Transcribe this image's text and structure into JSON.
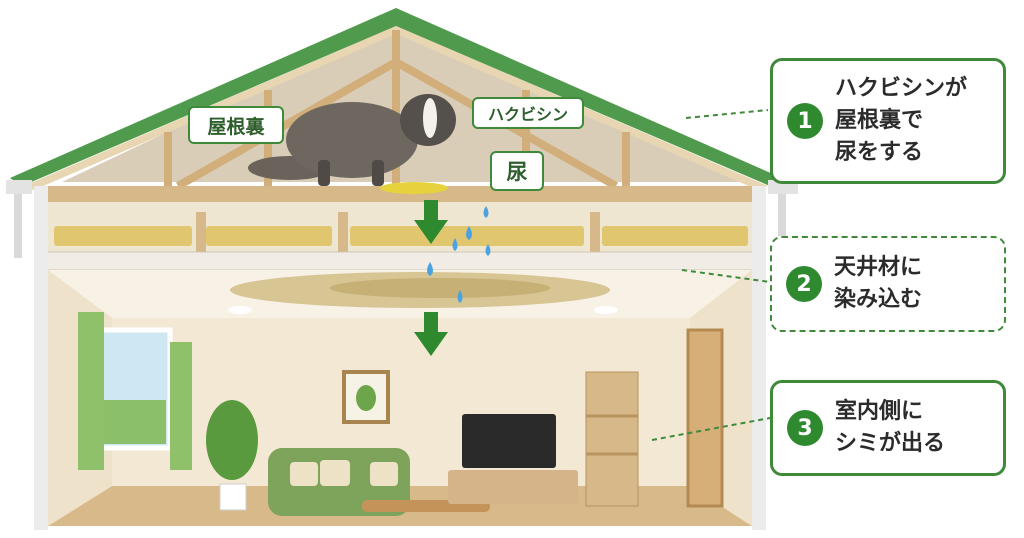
{
  "labels": {
    "attic": "屋根裏",
    "civet": "ハクビシン",
    "urine": "尿"
  },
  "steps": [
    {
      "number": "1",
      "text": "ハクビシンが\n屋根裏で\n尿をする"
    },
    {
      "number": "2",
      "text": "天井材に\n染み込む"
    },
    {
      "number": "3",
      "text": "室内側に\nシミが出る"
    }
  ],
  "colors": {
    "roof": "#4f9a4c",
    "accent": "#3f8a3a",
    "wall": "#f4ead8",
    "attic": "#d9cdb8",
    "wood": "#d7b889",
    "stain": "#cdb678",
    "water": "#4aa3e0"
  },
  "icons": [
    "down-arrow-icon",
    "water-drop-icon"
  ]
}
